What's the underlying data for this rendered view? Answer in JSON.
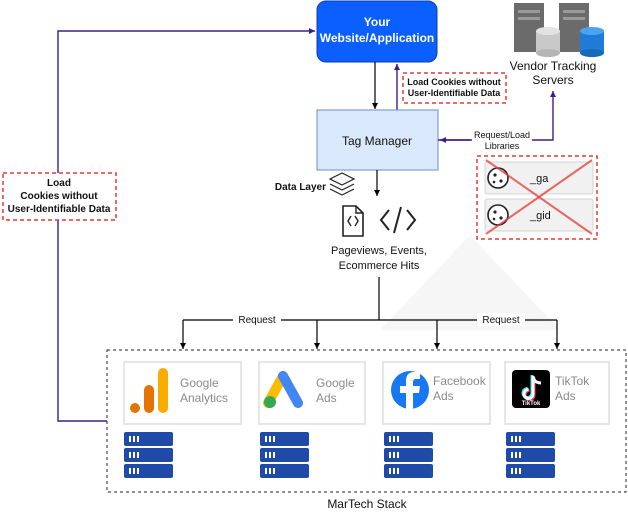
{
  "nodes": {
    "website": {
      "line1": "Your",
      "line2": "Website/Application"
    },
    "vendor": {
      "line1": "Vendor Tracking",
      "line2": "Servers"
    },
    "tag_manager": {
      "label": "Tag Manager"
    },
    "data_layer": {
      "label": "Data Layer"
    },
    "hits": {
      "line1": "Pageviews, Events,",
      "line2": "Ecommerce Hits"
    },
    "stack": {
      "label": "MarTech Stack"
    }
  },
  "notes": {
    "top": {
      "line1": "Load Cookies without",
      "line2": "User-Identifiable Data"
    },
    "left": {
      "line1": "Load",
      "line2": "Cookies without",
      "line3": "User-Identifiable Data"
    }
  },
  "edges": {
    "request_load": {
      "line1": "Request/Load",
      "line2": "Libraries"
    },
    "request_left": "Request",
    "request_right": "Request"
  },
  "cookies": [
    {
      "name": "_ga"
    },
    {
      "name": "_gid"
    }
  ],
  "platforms": [
    {
      "line1": "Google",
      "line2": "Analytics",
      "icon": "google-analytics-icon"
    },
    {
      "line1": "Google",
      "line2": "Ads",
      "icon": "google-ads-icon"
    },
    {
      "line1": "Facebook",
      "line2": "Ads",
      "icon": "facebook-icon"
    },
    {
      "line1": "TikTok",
      "line2": "Ads",
      "icon": "tiktok-icon"
    }
  ],
  "tiktok_logo_text": "TikTok",
  "colors": {
    "website_fill": "#0b5fff",
    "tag_manager_fill": "#dae8fc",
    "purple_line": "#3b1d8f",
    "red_dash": "#e53935",
    "server_blue": "#1f4aa8"
  }
}
